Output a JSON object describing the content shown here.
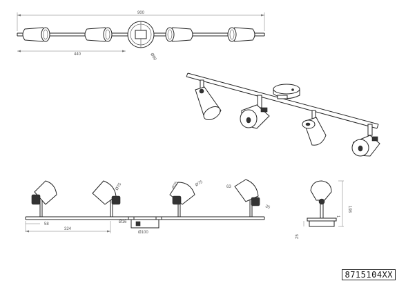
{
  "part_number": "8715104XX",
  "top_view": {
    "length_dim": "900",
    "spacing_dim": "440",
    "base_dim": "Ø80"
  },
  "bottom_view": {
    "dims": {
      "a": "Ø75",
      "b": "Ø75",
      "c": "Ø75",
      "angle1": "63",
      "angle2": "35",
      "d16": "Ø16",
      "d100": "Ø100",
      "l58": "58",
      "l324": "324"
    }
  },
  "side_view": {
    "height_dim": "198",
    "base_height": "25",
    "stem_dim": "1"
  }
}
